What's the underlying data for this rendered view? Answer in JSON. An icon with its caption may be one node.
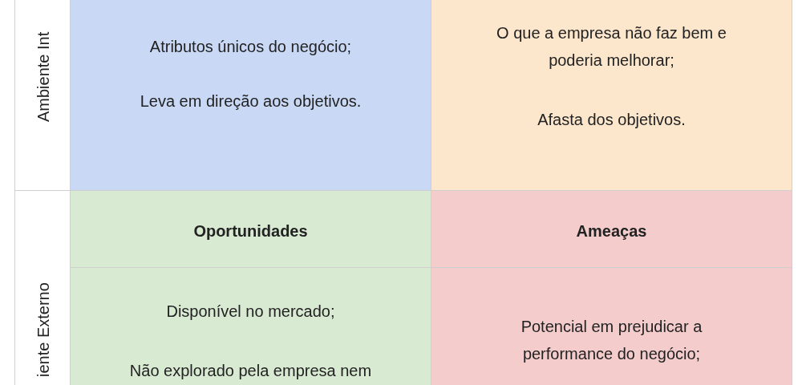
{
  "diagram": {
    "nodes": [
      {
        "text": [
          "Ambiente Int"
        ]
      },
      {
        "text": [
          "Atributos únicos do negócio;",
          "Leva em direção aos objetivos."
        ]
      },
      {
        "text": [
          "O que a empresa não faz bem e poderia melhorar;",
          "Afasta dos objetivos."
        ]
      },
      {
        "text": [
          "iente Externo"
        ]
      },
      {
        "text": [
          "Oportunidades"
        ]
      },
      {
        "text": [
          "Ameaças"
        ]
      },
      {
        "text": [
          "Disponível no mercado;",
          "Não explorado pela empresa nem"
        ]
      },
      {
        "text": [
          "Potencial em prejudicar a performance do negócio;"
        ]
      }
    ]
  }
}
